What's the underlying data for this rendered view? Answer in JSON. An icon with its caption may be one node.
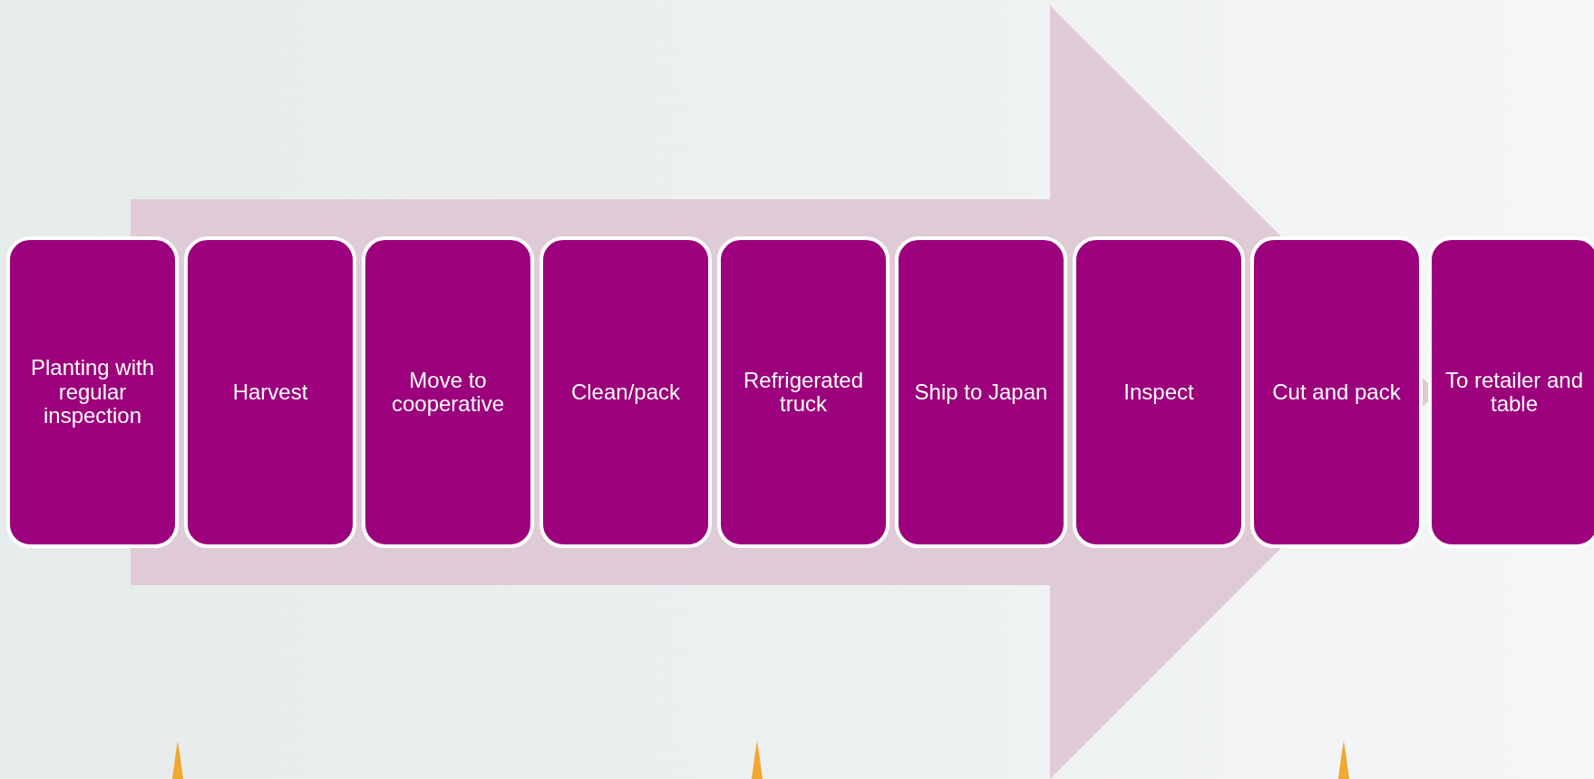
{
  "diagram": {
    "nodes": [
      {
        "text": [
          "Planting with regular inspection"
        ]
      },
      {
        "text": [
          "Harvest"
        ]
      },
      {
        "text": [
          "Move to cooperative"
        ]
      },
      {
        "text": [
          "Clean/pack"
        ]
      },
      {
        "text": [
          "Refrigerated truck"
        ]
      },
      {
        "text": [
          "Ship to Japan"
        ]
      },
      {
        "text": [
          "Inspect"
        ]
      },
      {
        "text": [
          "Cut and pack"
        ]
      },
      {
        "text": [
          "To retailer and table"
        ]
      }
    ],
    "edges": [
      {
        "from": 0,
        "to": 8,
        "arrow": "to"
      }
    ]
  }
}
